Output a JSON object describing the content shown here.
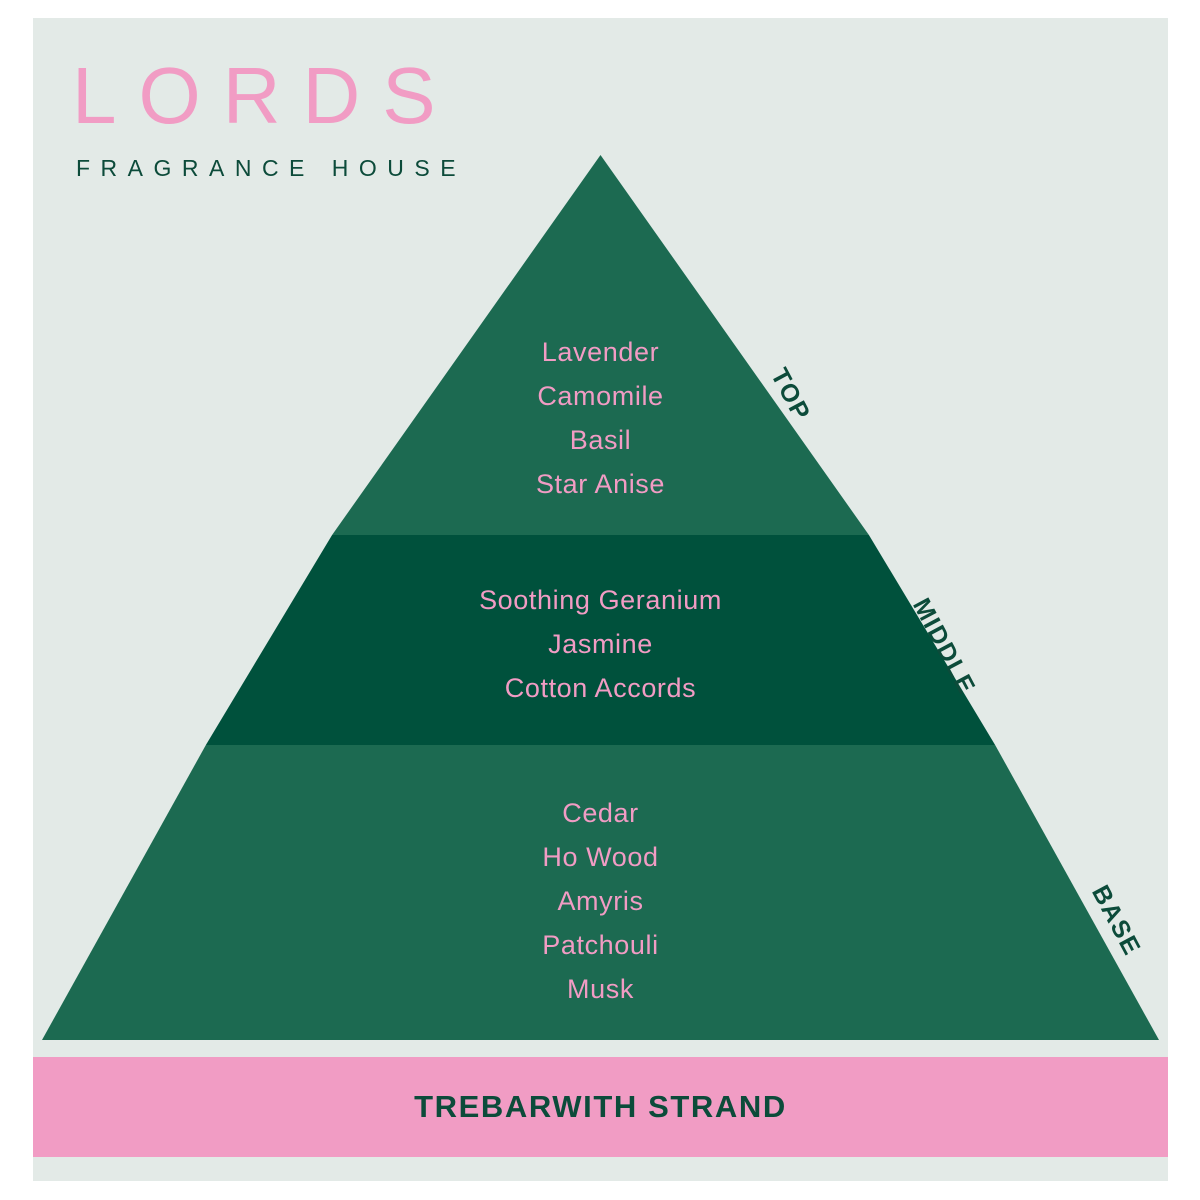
{
  "brand": {
    "name": "LORDS",
    "tagline": "F R A G R A N C E   H O U S E",
    "tagline_plain": "FRAGRANCE HOUSE"
  },
  "colors": {
    "background": "#e3eae7",
    "pink": "#f19cc4",
    "green_light": "#1c6a51",
    "green_dark": "#00513c",
    "text_green": "#0c4b3a",
    "page": "#ffffff"
  },
  "pyramid": {
    "layers": [
      {
        "key": "top",
        "side_label": "TOP",
        "notes": [
          "Lavender",
          "Camomile",
          "Basil",
          "Star Anise"
        ]
      },
      {
        "key": "middle",
        "side_label": "MIDDLE",
        "notes": [
          "Soothing Geranium",
          "Jasmine",
          "Cotton Accords"
        ]
      },
      {
        "key": "base",
        "side_label": "BASE",
        "notes": [
          "Cedar",
          "Ho Wood",
          "Amyris",
          "Patchouli",
          "Musk"
        ]
      }
    ]
  },
  "banner": {
    "product_name": "TREBARWITH STRAND"
  }
}
